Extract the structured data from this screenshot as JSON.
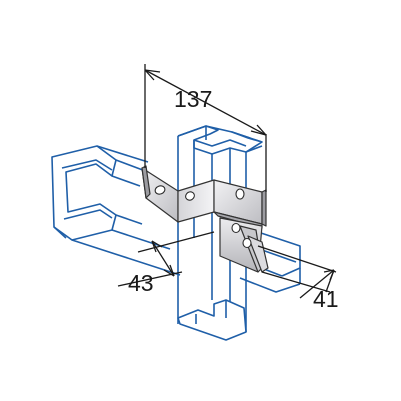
{
  "dimensions": {
    "width": "137",
    "depth": "43",
    "flange": "41"
  },
  "colors": {
    "channel": "#1f5fa8",
    "dimension": "#1a1a1a",
    "plate_light": "#e6e6e8",
    "plate_mid": "#c9c9cd",
    "plate_dark": "#a3a3a8"
  }
}
